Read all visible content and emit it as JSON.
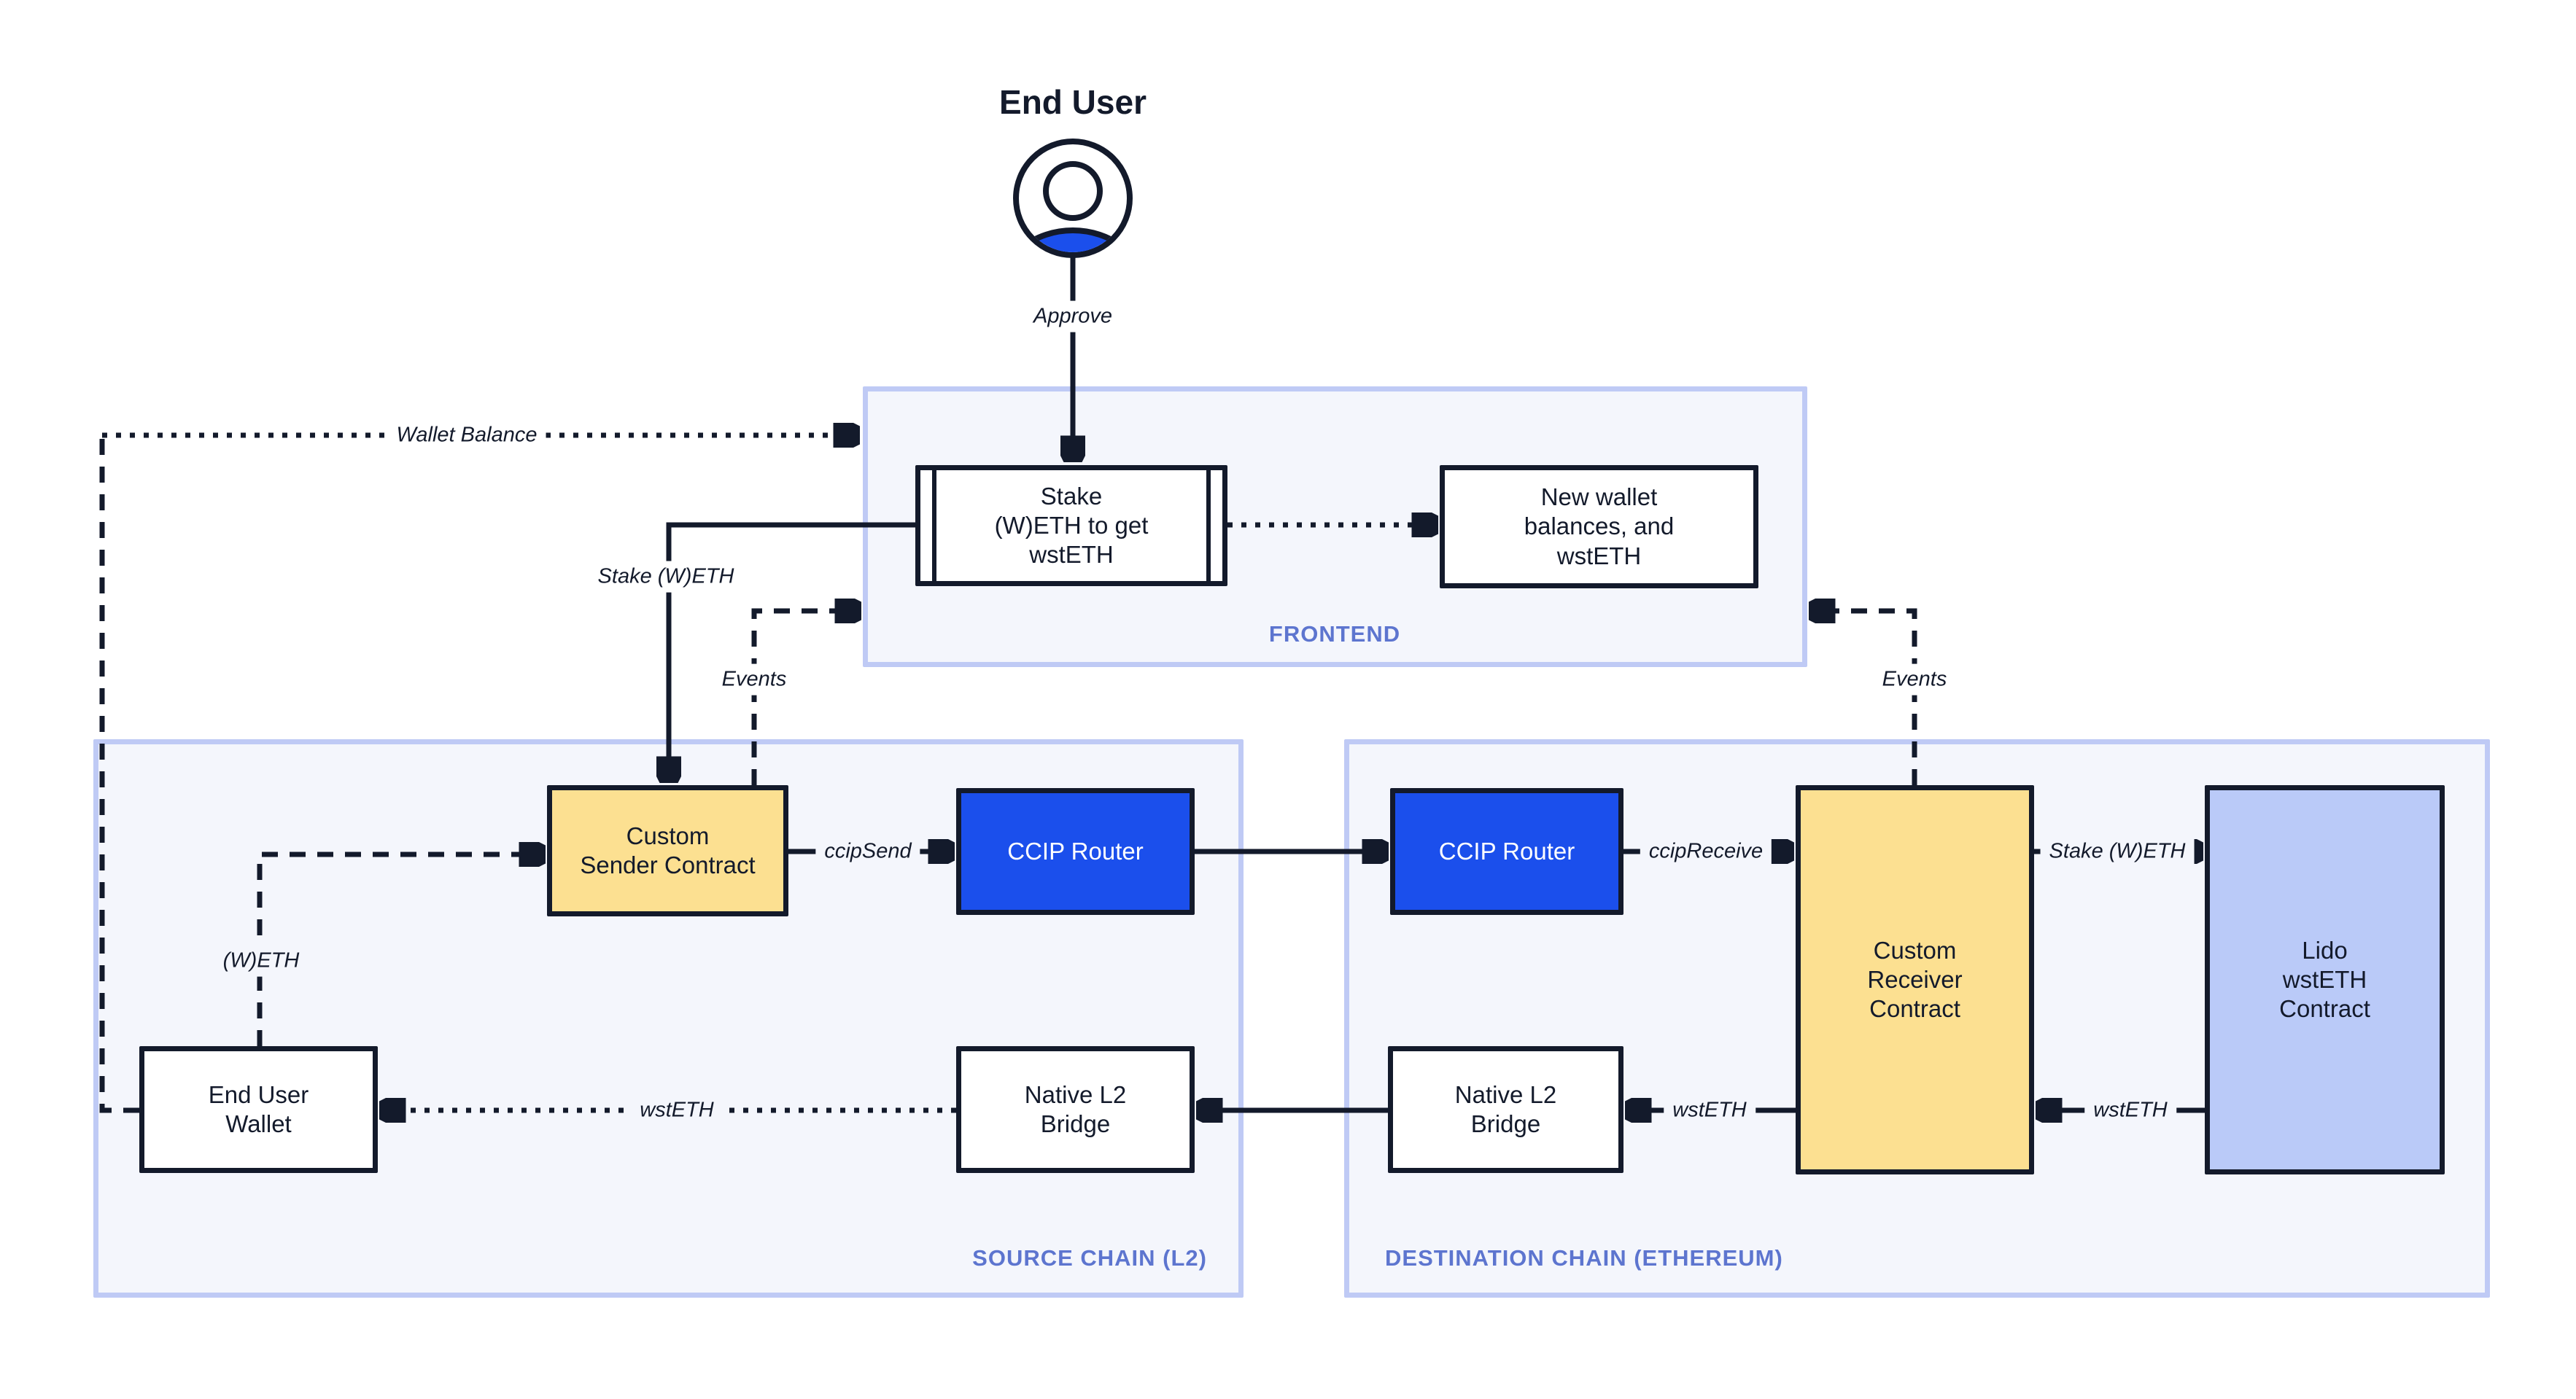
{
  "colors": {
    "line": "#131a2b",
    "accent_blue": "#1b4fec",
    "yellow": "#fce091",
    "periwinkle": "#bacaf8",
    "zone_fill": "#f4f6fc",
    "zone_border": "#bfcaf5",
    "zone_label": "#5d75cf"
  },
  "end_user": {
    "label": "End User",
    "icon": "user-icon"
  },
  "edges": {
    "approve": "Approve",
    "wallet_balance": "Wallet Balance",
    "stake_weth": "Stake (W)ETH",
    "events_left": "Events",
    "events_right": "Events",
    "weth": "(W)ETH",
    "ccip_send": "ccipSend",
    "ccip_receive": "ccipReceive",
    "stake_weth_right": "Stake\n(W)ETH",
    "wsteth_to_wallet": "wstETH",
    "wsteth_to_bridge": "wstETH",
    "wsteth_from_lido": "wstETH"
  },
  "frontend": {
    "label": "FRONTEND",
    "stake_box": "Stake\n(W)ETH to get\nwstETH",
    "new_wallet_box": "New wallet\nbalances, and\nwstETH"
  },
  "source_chain": {
    "label": "SOURCE CHAIN (L2)",
    "sender": "Custom\nSender Contract",
    "ccip_router": "CCIP Router",
    "wallet": "End User\nWallet",
    "bridge": "Native L2\nBridge"
  },
  "destination_chain": {
    "label": "DESTINATION CHAIN (ETHEREUM)",
    "ccip_router": "CCIP Router",
    "receiver": "Custom\nReceiver\nContract",
    "lido": "Lido\nwstETH\nContract",
    "bridge": "Native L2\nBridge"
  }
}
